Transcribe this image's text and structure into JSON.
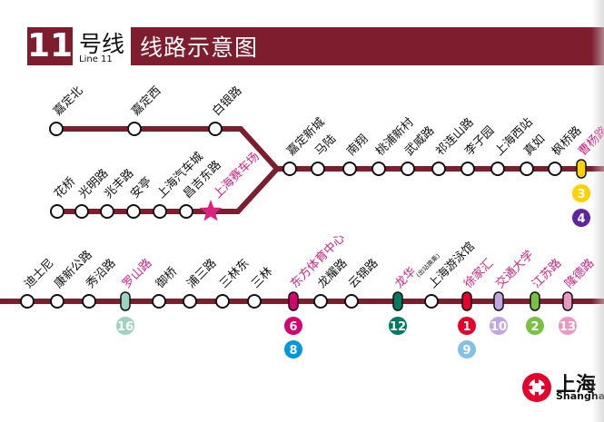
{
  "header": {
    "line_number": "11",
    "line_word": "号线",
    "line_en": "Line 11",
    "title": "线路示意图"
  },
  "branches": {
    "north": [
      "嘉定北",
      "嘉定西",
      "白银路"
    ],
    "south": [
      "花桥",
      "光明路",
      "兆丰路",
      "安亭",
      "上海汽车城",
      "昌吉东路",
      "上海赛车场"
    ]
  },
  "trunk_row1": [
    "嘉定新城",
    "马陆",
    "南翔",
    "桃浦新村",
    "武威路",
    "祁连山路",
    "李子园",
    "上海西站",
    "真如",
    "枫桥路",
    "曹杨路"
  ],
  "trunk_row2": [
    {
      "name": "迪士尼"
    },
    {
      "name": "康新公路"
    },
    {
      "name": "秀沿路"
    },
    {
      "name": "罗山路",
      "interchange": true,
      "transfers": [
        {
          "line": "16",
          "color": "#9fd3c0"
        }
      ]
    },
    {
      "name": "御桥"
    },
    {
      "name": "浦三路"
    },
    {
      "name": "三林东"
    },
    {
      "name": "三林"
    },
    {
      "name": "东方体育中心",
      "interchange": true,
      "transfers": [
        {
          "line": "6",
          "color": "#d6006f"
        },
        {
          "line": "8",
          "color": "#0098d8"
        }
      ]
    },
    {
      "name": "龙耀路"
    },
    {
      "name": "云锦路"
    },
    {
      "name": "龙华",
      "note": "(出站换乘)",
      "interchange": true,
      "transfers": [
        {
          "line": "12",
          "color": "#007b5f"
        }
      ]
    },
    {
      "name": "上海游泳馆"
    },
    {
      "name": "徐家汇",
      "interchange": true,
      "transfers": [
        {
          "line": "1",
          "color": "#e4002b"
        },
        {
          "line": "9",
          "color": "#83c2e6"
        }
      ]
    },
    {
      "name": "交通大学",
      "interchange": true,
      "transfers": [
        {
          "line": "10",
          "color": "#c1a7e2"
        }
      ]
    },
    {
      "name": "江苏路",
      "interchange": true,
      "transfers": [
        {
          "line": "2",
          "color": "#78c142"
        }
      ]
    },
    {
      "name": "隆德路",
      "interchange": true,
      "transfers": [
        {
          "line": "13",
          "color": "#e999c0"
        }
      ]
    }
  ],
  "trunk_row1_transfers": [
    {
      "line": "3",
      "color": "#ffd100"
    },
    {
      "line": "4",
      "color": "#5f259f"
    }
  ],
  "highlight_station": "上海赛车场",
  "colors": {
    "line": "#7e1d2e",
    "interchange_text": "#d6207f",
    "highlight": "#e0207f"
  },
  "brand": {
    "name": "上海",
    "en": "Shanghai"
  }
}
